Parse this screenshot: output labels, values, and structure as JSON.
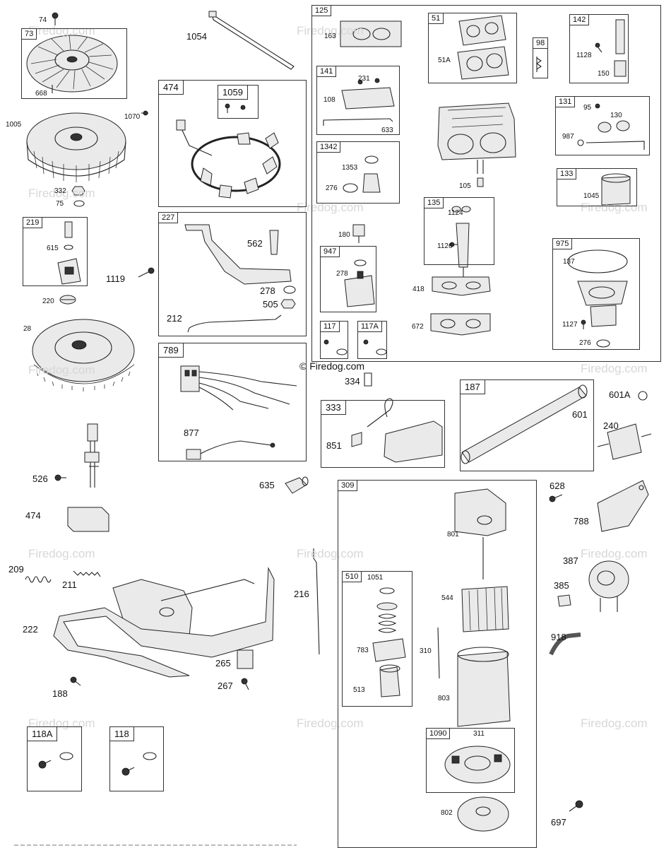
{
  "watermark": {
    "text": "Firedog.com"
  },
  "copyright": {
    "text": "© Firedog.com"
  },
  "boxes": {
    "b73": "73",
    "b474a": "474",
    "b1059": "1059",
    "b125": "125",
    "b51": "51",
    "b98": "98",
    "b142": "142",
    "b141": "141",
    "b131": "131",
    "b1342": "1342",
    "b133": "133",
    "b135": "135",
    "b219": "219",
    "b227": "227",
    "b947": "947",
    "b975": "975",
    "b117": "117",
    "b117A": "117A",
    "b789": "789",
    "b333": "333",
    "b187": "187",
    "b309": "309",
    "b510": "510",
    "b1090": "1090",
    "b118A": "118A",
    "b118": "118"
  },
  "labels": {
    "l74": "74",
    "l668": "668",
    "l1054": "1054",
    "l1005": "1005",
    "l1070": "1070",
    "l332": "332",
    "l75": "75",
    "l615": "615",
    "l1119": "1119",
    "l220": "220",
    "l28": "28",
    "l526": "526",
    "l474": "474",
    "l209": "209",
    "l211": "211",
    "l222": "222",
    "l188": "188",
    "l562": "562",
    "l278a": "278",
    "l505": "505",
    "l212": "212",
    "l877": "877",
    "l163": "163",
    "l51A": "51A",
    "l1128": "1128",
    "l150": "150",
    "l231": "231",
    "l108": "108",
    "l633": "633",
    "l95": "95",
    "l130": "130",
    "l987": "987",
    "l1353": "1353",
    "l276a": "276",
    "l105": "105",
    "l1045": "1045",
    "l1124": "1124",
    "l1126": "1126",
    "l180": "180",
    "l278b": "278",
    "l418": "418",
    "l672": "672",
    "l137": "137",
    "l1127": "1127",
    "l276b": "276",
    "l334": "334",
    "l601A": "601A",
    "l601": "601",
    "l240": "240",
    "l851": "851",
    "l635": "635",
    "l628": "628",
    "l788": "788",
    "l801": "801",
    "l387": "387",
    "l216": "216",
    "l1051": "1051",
    "l544": "544",
    "l385": "385",
    "l918": "918",
    "l783": "783",
    "l310": "310",
    "l265": "265",
    "l267": "267",
    "l513": "513",
    "l803": "803",
    "l311": "311",
    "l802": "802",
    "l697": "697"
  },
  "colors": {
    "line": "#222222",
    "fill": "#eaeaea",
    "watermark": "#d7d7d7",
    "background": "#ffffff"
  }
}
